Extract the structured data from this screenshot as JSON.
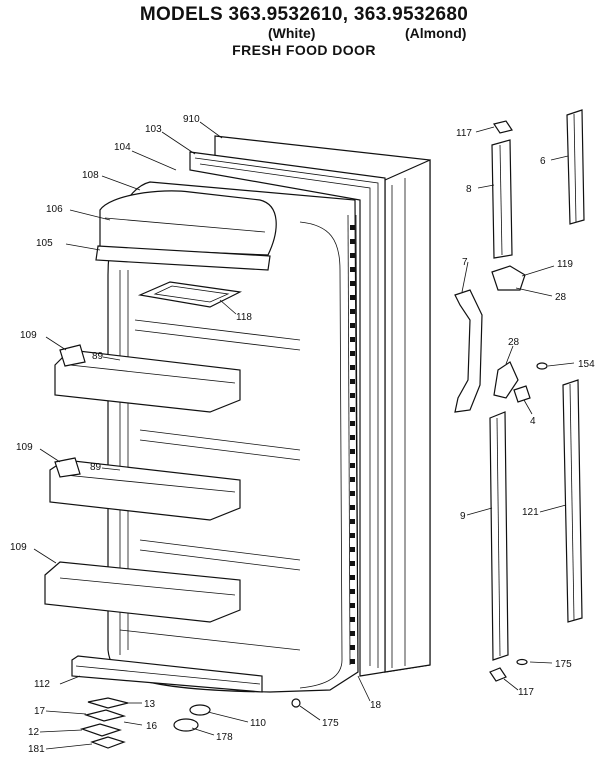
{
  "header": {
    "line1": "MODELS 363.9532610, 363.9532680",
    "white": "(White)",
    "almond": "(Almond)",
    "subtitle": "FRESH FOOD DOOR"
  },
  "labels": {
    "l910": "910",
    "l103": "103",
    "l104": "104",
    "l108": "108",
    "l106": "106",
    "l105": "105",
    "l118": "118",
    "l109a": "109",
    "l89a": "89",
    "l109b": "109",
    "l89b": "89",
    "l109c": "109",
    "l112": "112",
    "l13": "13",
    "l17": "17",
    "l16": "16",
    "l12": "12",
    "l181": "181",
    "l178": "178",
    "l110": "110",
    "l175a": "175",
    "l18": "18",
    "l117a": "117",
    "l8a": "8",
    "l6": "6",
    "l119": "119",
    "l28a": "28",
    "l7": "7",
    "l28b": "28",
    "l154": "154",
    "l4": "4",
    "l9": "9",
    "l121": "121",
    "l175b": "175",
    "l117b": "117"
  }
}
